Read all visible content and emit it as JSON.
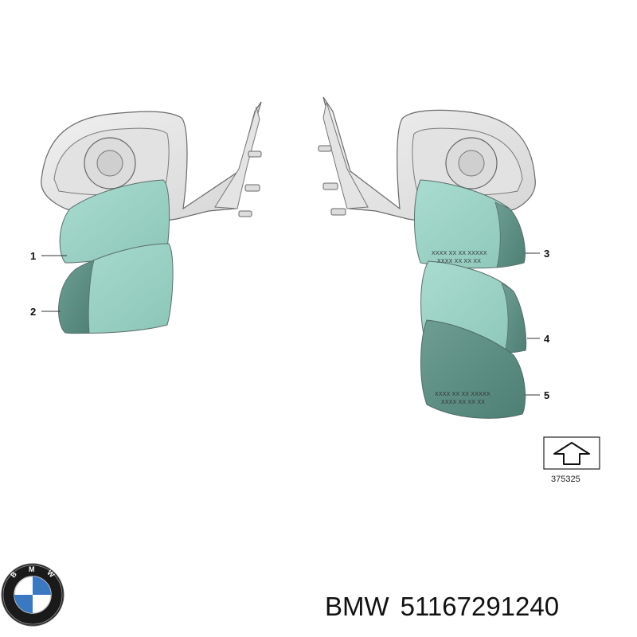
{
  "diagram": {
    "callouts": [
      "1",
      "2",
      "3",
      "4",
      "5"
    ],
    "glass_marking_line1": "XXXX XX XX XXXXX",
    "glass_marking_line2": "XXXX XX XX XX",
    "reference_number": "375325",
    "reference_icon": "up-arrow-icon",
    "colors": {
      "mirror_housing": "#e8e8e8",
      "glass_light": "#9ed2c6",
      "glass_dark": "#5a8b80",
      "line": "#555555"
    }
  },
  "caption": {
    "brand": "BMW",
    "part_number": "51167291240"
  },
  "logo": {
    "name": "bmw-logo",
    "letters": "BMW",
    "colors": {
      "ring": "#111111",
      "blue": "#3a78c2",
      "white": "#ffffff"
    }
  }
}
